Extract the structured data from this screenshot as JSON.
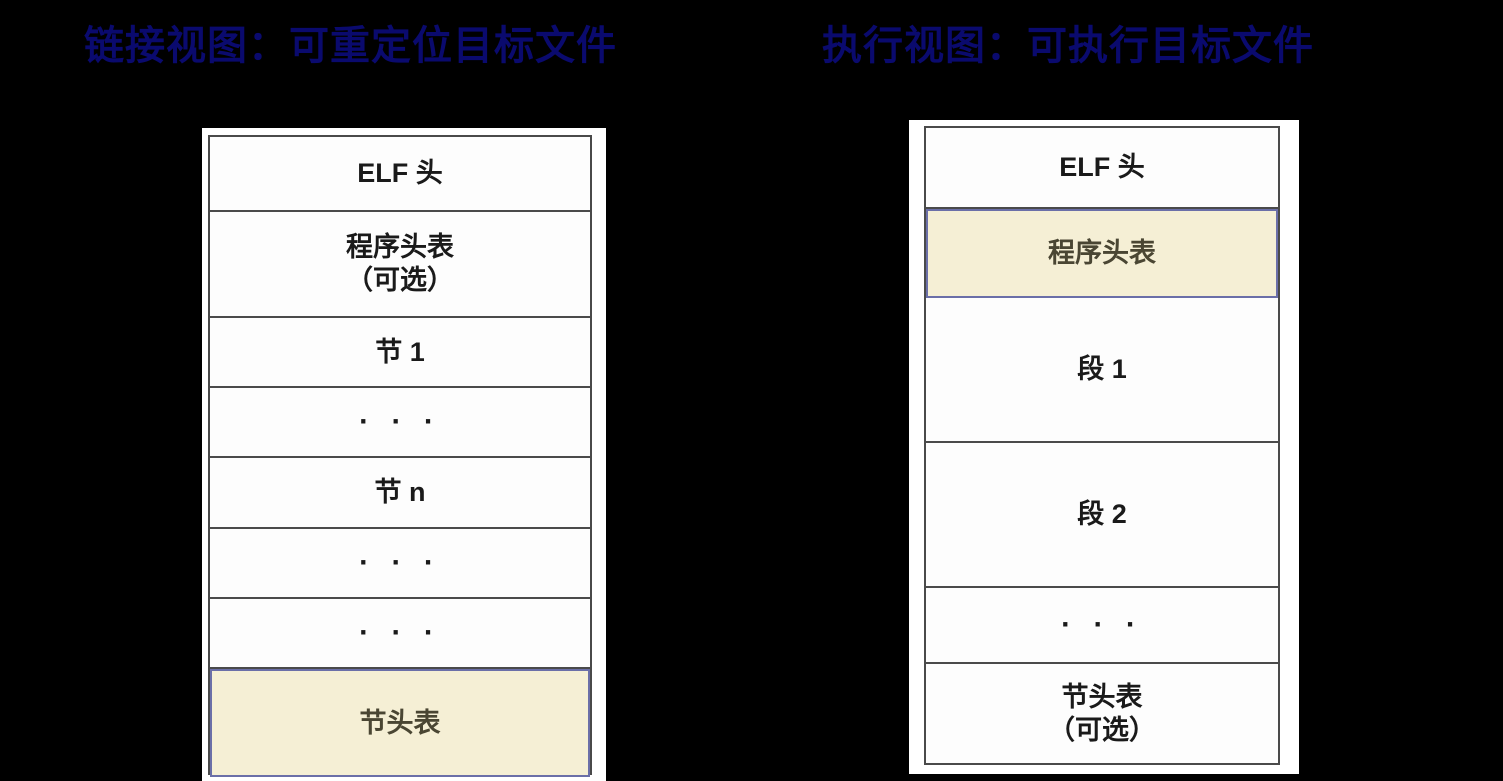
{
  "background_color": "#000000",
  "title_color": "#0a0a6e",
  "highlight_fill": "#f5efd5",
  "highlight_border": "#6b6fa8",
  "cell_border": "#4a4a4a",
  "left": {
    "title": "链接视图：可重定位目标文件",
    "rows": [
      {
        "label": "ELF 头",
        "sub": "",
        "kind": "normal",
        "height": 75
      },
      {
        "label": "程序头表",
        "sub": "（可选）",
        "kind": "normal",
        "height": 106
      },
      {
        "label": "节 1",
        "sub": "",
        "kind": "normal",
        "height": 70
      },
      {
        "label": "· · ·",
        "sub": "",
        "kind": "dots",
        "height": 70
      },
      {
        "label": "节 n",
        "sub": "",
        "kind": "normal",
        "height": 71
      },
      {
        "label": "· · ·",
        "sub": "",
        "kind": "dots",
        "height": 70
      },
      {
        "label": "· · ·",
        "sub": "",
        "kind": "dots",
        "height": 70
      },
      {
        "label": "节头表",
        "sub": "",
        "kind": "highlight",
        "height": 108
      }
    ]
  },
  "right": {
    "title": "执行视图：可执行目标文件",
    "rows": [
      {
        "label": "ELF 头",
        "sub": "",
        "kind": "normal",
        "height": 81
      },
      {
        "label": "程序头表",
        "sub": "",
        "kind": "highlight",
        "height": 89
      },
      {
        "label": "段 1",
        "sub": "",
        "kind": "normal",
        "height": 145
      },
      {
        "label": "段 2",
        "sub": "",
        "kind": "normal",
        "height": 145
      },
      {
        "label": "· · ·",
        "sub": "",
        "kind": "dots",
        "height": 76
      },
      {
        "label": "节头表",
        "sub": "（可选）",
        "kind": "normal",
        "height": 99
      }
    ]
  }
}
